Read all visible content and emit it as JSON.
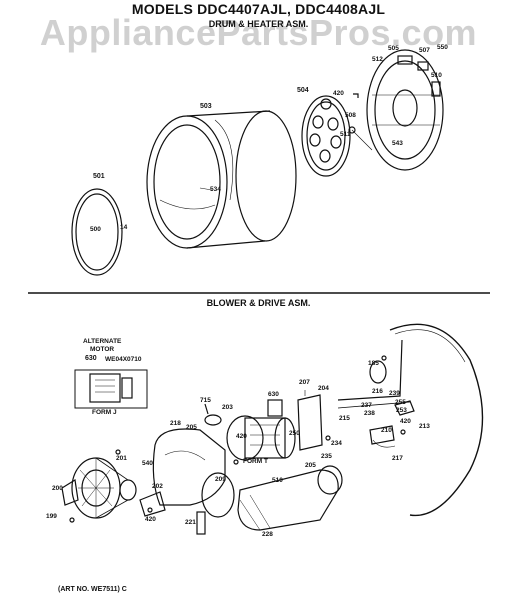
{
  "header": {
    "title": "MODELS DDC4407AJL, DDC4408AJL",
    "subtitle": "DRUM & HEATER ASM.",
    "watermark": "AppliancePartsPros.com"
  },
  "section2_title": "BLOWER & DRIVE ASM.",
  "alternate_motor": {
    "line1": "ALTERNATE",
    "line2": "MOTOR",
    "part": "WE04X0710",
    "form_label": "FORM J"
  },
  "form_t": "FORM T",
  "art_no": "(ART NO. WE7511) C",
  "drum_parts": {
    "p503": "503",
    "p504": "504",
    "p505": "505",
    "p507": "507",
    "p550": "550",
    "p512": "512",
    "p420": "420",
    "p510": "510",
    "p508": "508",
    "p511": "511",
    "p543": "543",
    "p501": "501",
    "p534": "534",
    "p500": "500",
    "p14": "14"
  },
  "blower_parts": {
    "p630a": "630",
    "p630b": "630",
    "p185": "185",
    "p216": "216",
    "p207": "207",
    "p204": "204",
    "p715": "715",
    "p203": "203",
    "p218": "218",
    "p205": "205",
    "p420a": "420",
    "p420b": "420",
    "p420c": "420",
    "p250": "250",
    "p237": "237",
    "p238": "238",
    "p239": "239",
    "p255": "255",
    "p253": "253",
    "p215": "215",
    "p213": "213",
    "p234": "234",
    "p235": "235",
    "p205b": "205",
    "p210": "210",
    "p217": "217",
    "p201": "201",
    "p540": "540",
    "p202": "202",
    "p200": "200",
    "p199": "199",
    "p209": "209",
    "p510b": "510",
    "p221": "221",
    "p228": "228"
  }
}
